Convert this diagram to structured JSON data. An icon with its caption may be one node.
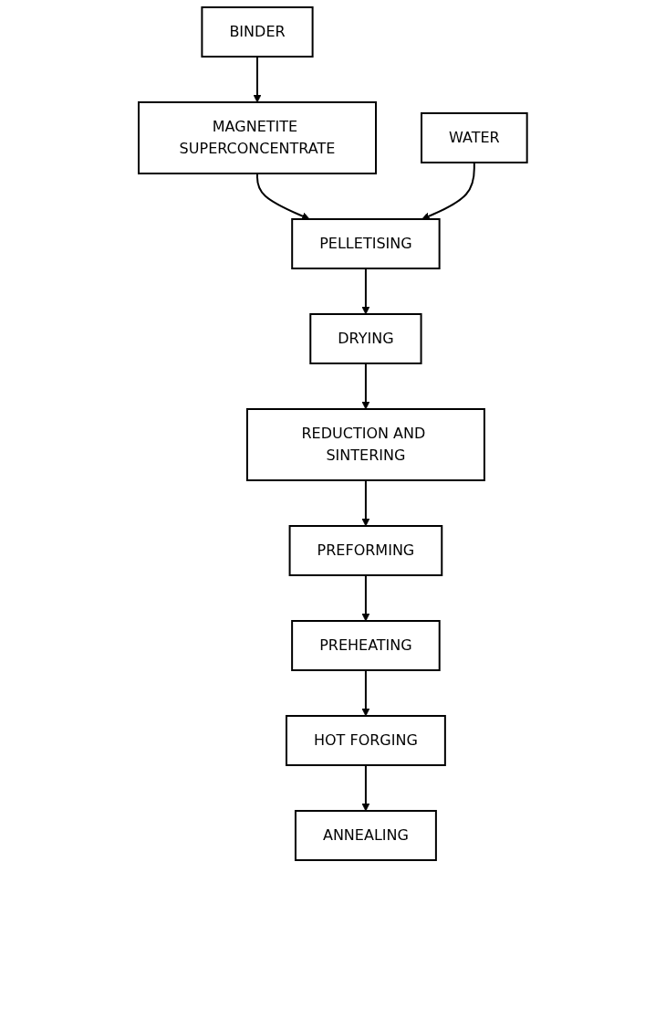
{
  "diagram": {
    "nodes": [
      {
        "text": [
          "MAGNETITE SUPERCONCENTRATE"
        ]
      },
      {
        "text": [
          "BINDER"
        ]
      },
      {
        "text": [
          "PELLETISING"
        ]
      },
      {
        "text": [
          "WATER"
        ]
      },
      {
        "text": [
          "DRYING"
        ]
      },
      {
        "text": [
          "REDUCTION AND SINTERING"
        ]
      },
      {
        "text": [
          "PREFORMING"
        ]
      },
      {
        "text": [
          "PREHEATING"
        ]
      },
      {
        "text": [
          "HOT FORGING"
        ]
      },
      {
        "text": [
          "ANNEALING"
        ]
      }
    ],
    "edges": [
      {
        "from": 1,
        "to": 0,
        "arrow": "to"
      },
      {
        "from": 0,
        "to": 2,
        "arrow": "to"
      },
      {
        "from": 3,
        "to": 2,
        "arrow": "to"
      },
      {
        "from": 2,
        "to": 4,
        "arrow": "to"
      },
      {
        "from": 4,
        "to": 5,
        "arrow": "to"
      },
      {
        "from": 5,
        "to": 6,
        "arrow": "to"
      },
      {
        "from": 6,
        "to": 7,
        "arrow": "to"
      },
      {
        "from": 7,
        "to": 8,
        "arrow": "to"
      },
      {
        "from": 8,
        "to": 9,
        "arrow": "to"
      }
    ]
  }
}
